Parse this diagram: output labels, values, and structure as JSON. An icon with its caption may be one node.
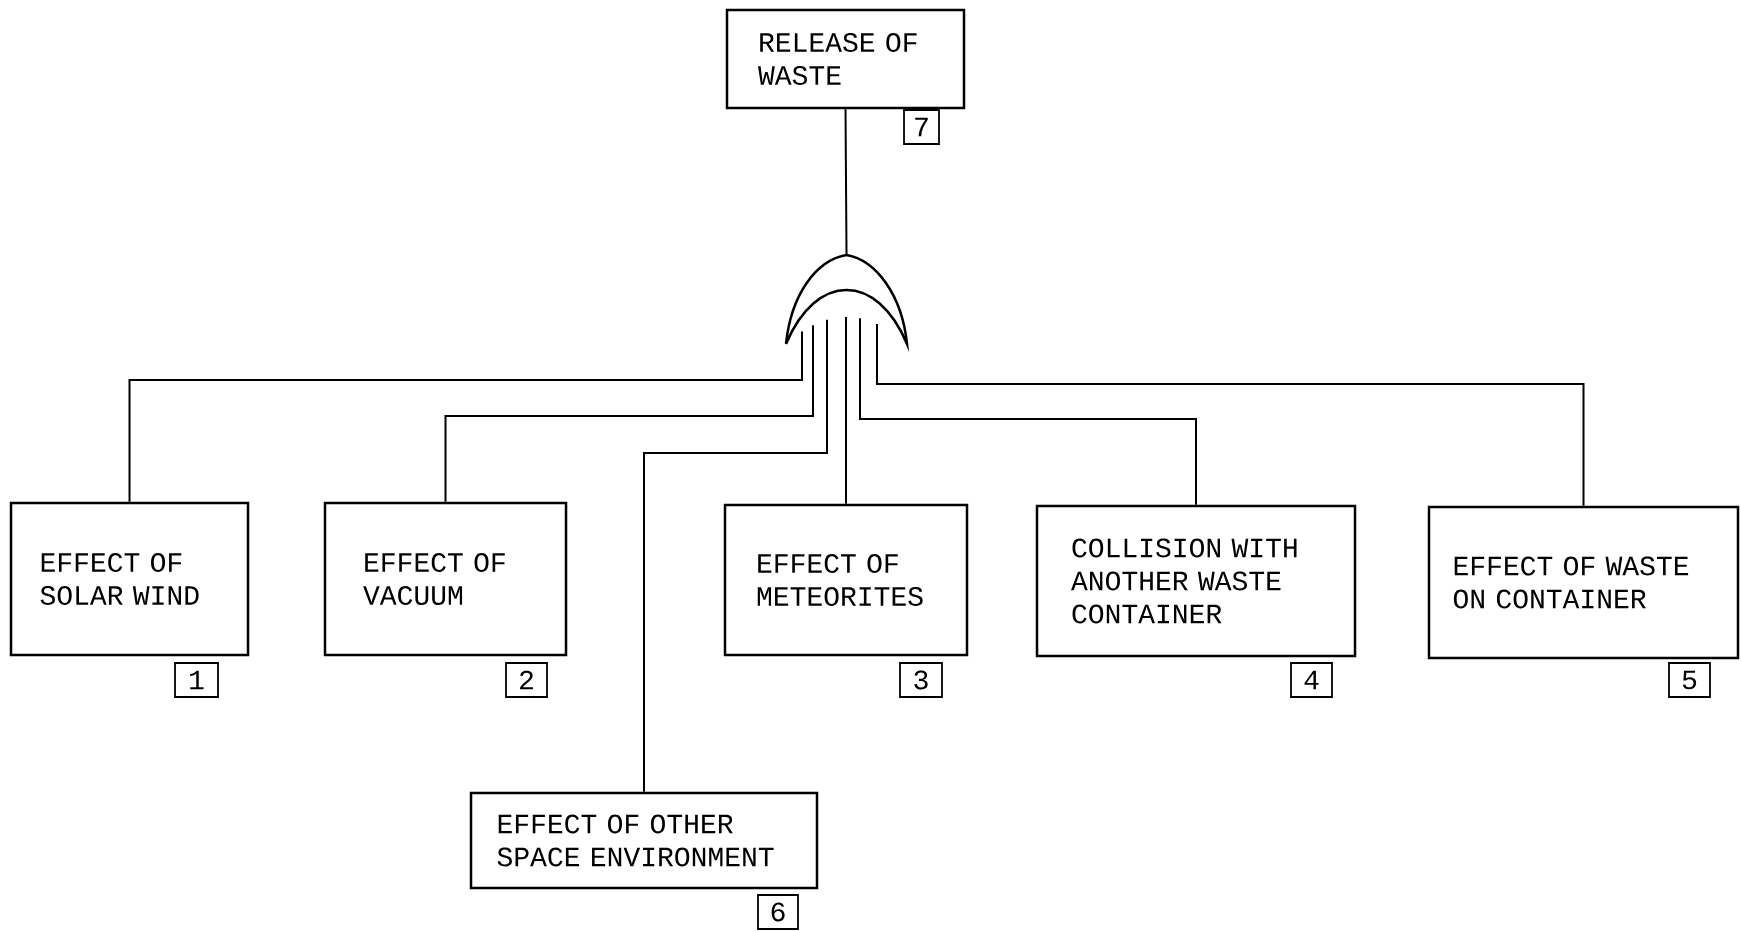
{
  "diagram": {
    "nodes": [
      {
        "text": [
          "RELEASE OF WASTE"
        ],
        "beside": [
          "7"
        ]
      },
      {
        "text": [],
        "shape": "gate"
      },
      {
        "text": [
          "EFFECT OF SOLAR WIND"
        ],
        "beside": [
          "1"
        ]
      },
      {
        "text": [
          "EFFECT OF VACUUM"
        ],
        "beside": [
          "2"
        ]
      },
      {
        "text": [
          "EFFECT OF METEORITES"
        ],
        "beside": [
          "3"
        ]
      },
      {
        "text": [
          "COLLISION WITH ANOTHER WASTE CONTAINER"
        ],
        "beside": [
          "4"
        ]
      },
      {
        "text": [
          "EFFECT OF WASTE ON CONTAINER"
        ],
        "beside": [
          "5"
        ]
      },
      {
        "text": [
          "EFFECT OF OTHER SPACE ENVIRONMENT"
        ],
        "beside": [
          "6"
        ]
      }
    ],
    "edges": [
      {
        "from": 1,
        "to": 0,
        "arrow": "none"
      },
      {
        "from": 2,
        "to": 1,
        "arrow": "none"
      },
      {
        "from": 3,
        "to": 1,
        "arrow": "none"
      },
      {
        "from": 4,
        "to": 1,
        "arrow": "none"
      },
      {
        "from": 5,
        "to": 1,
        "arrow": "none"
      },
      {
        "from": 6,
        "to": 1,
        "arrow": "none"
      },
      {
        "from": 7,
        "to": 1,
        "arrow": "none"
      }
    ]
  }
}
